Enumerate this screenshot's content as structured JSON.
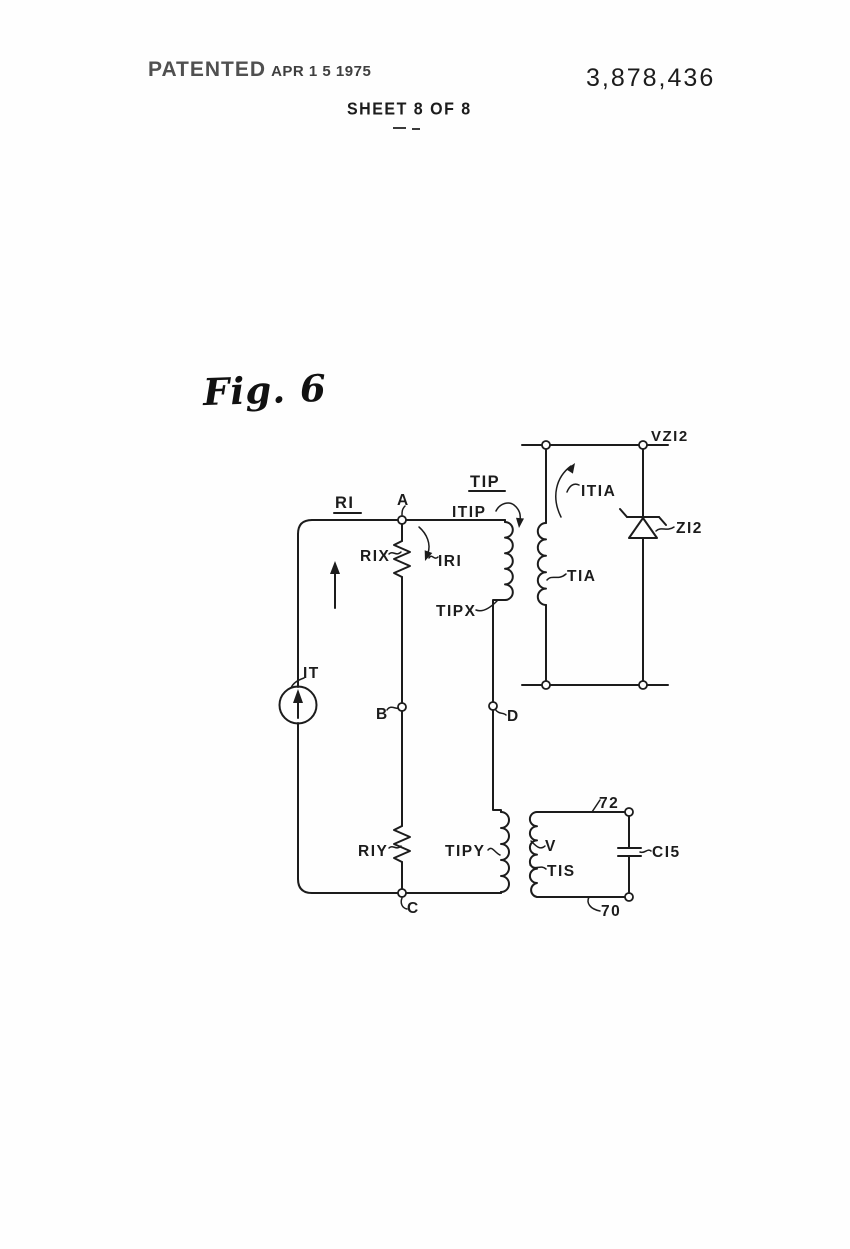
{
  "header": {
    "patented_label": "PATENTED",
    "patented_date": "APR 1 5 1975",
    "patent_number": "3,878,436",
    "sheet_label": "SHEET 8 OF 8"
  },
  "figure": {
    "title": "Fig. 6"
  },
  "colors": {
    "ink": "#1c1c1c",
    "paper": "#fefefe"
  },
  "diagram": {
    "type": "circuit-schematic",
    "description": "Patent figure 6: current source IT drives loop RI (resistors RIX, RIY between nodes A, B, C) in parallel with transformer primary TIP (windings TIPX, TIPY between nodes A, D, C); secondary winding TIA feeds zener ZI2 producing VZI2; secondary winding TIS with capacitor CI5 across terminals 72 and 70 produces voltage V; arrows mark currents IRI, ITIP, ITIA.",
    "labels": {
      "ri": "RI",
      "a": "A",
      "tip": "TIP",
      "itip": "ITIP",
      "rix": "RIX",
      "iri": "IRI",
      "tipx": "TIPX",
      "it": "IT",
      "b": "B",
      "d": "D",
      "riy": "RIY",
      "tipy": "TIPY",
      "c": "C",
      "vz12": "VZI2",
      "itia": "ITIA",
      "tia": "TIA",
      "z12": "ZI2",
      "t72": "72",
      "t70": "70",
      "v": "V",
      "tis": "TIS",
      "c15": "CI5"
    },
    "components": [
      {
        "id": "IT",
        "kind": "current-source"
      },
      {
        "id": "RIX",
        "kind": "resistor"
      },
      {
        "id": "RIY",
        "kind": "resistor"
      },
      {
        "id": "TIPX",
        "kind": "transformer-winding"
      },
      {
        "id": "TIPY",
        "kind": "transformer-winding"
      },
      {
        "id": "TIA",
        "kind": "transformer-winding"
      },
      {
        "id": "TIS",
        "kind": "transformer-winding"
      },
      {
        "id": "ZI2",
        "kind": "zener-diode"
      },
      {
        "id": "CI5",
        "kind": "capacitor"
      }
    ],
    "nodes": [
      "A",
      "B",
      "C",
      "D"
    ],
    "terminals": [
      "72",
      "70"
    ],
    "currents": [
      "IT",
      "IRI",
      "ITIP",
      "ITIA"
    ],
    "voltages": [
      "VZI2",
      "V"
    ]
  }
}
